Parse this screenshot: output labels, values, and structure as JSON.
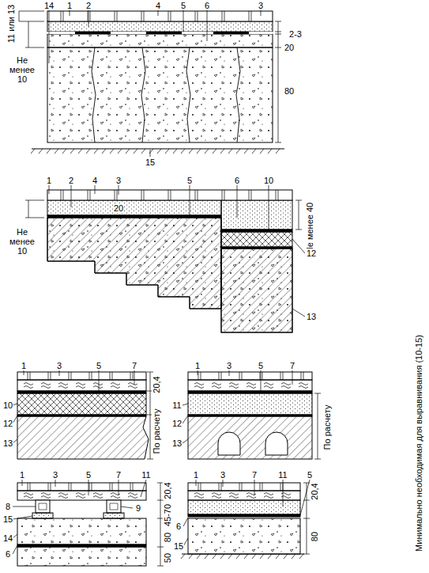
{
  "diagram": {
    "labels": [
      "14",
      "1",
      "2",
      "4",
      "5",
      "6",
      "3",
      "11 или 13",
      "Не менее 10",
      "2-3",
      "20",
      "80",
      "15",
      "1",
      "2",
      "4",
      "3",
      "5",
      "6",
      "10",
      "20",
      "Не менее 10",
      "Не менее 40",
      "12",
      "13",
      "1",
      "3",
      "5",
      "7",
      "10",
      "12",
      "13",
      "20,4",
      "По расчету",
      "1",
      "3",
      "5",
      "7",
      "11",
      "12",
      "13",
      "По расчету",
      "1",
      "3",
      "5",
      "7",
      "11",
      "8",
      "15",
      "14",
      "6",
      "9",
      "20,4",
      "45-70",
      "80",
      "50",
      "1",
      "3",
      "7",
      "11",
      "5",
      "6",
      "15",
      "20,4",
      "80",
      "Минимально необходимая для выравнивания (10-15)"
    ]
  }
}
